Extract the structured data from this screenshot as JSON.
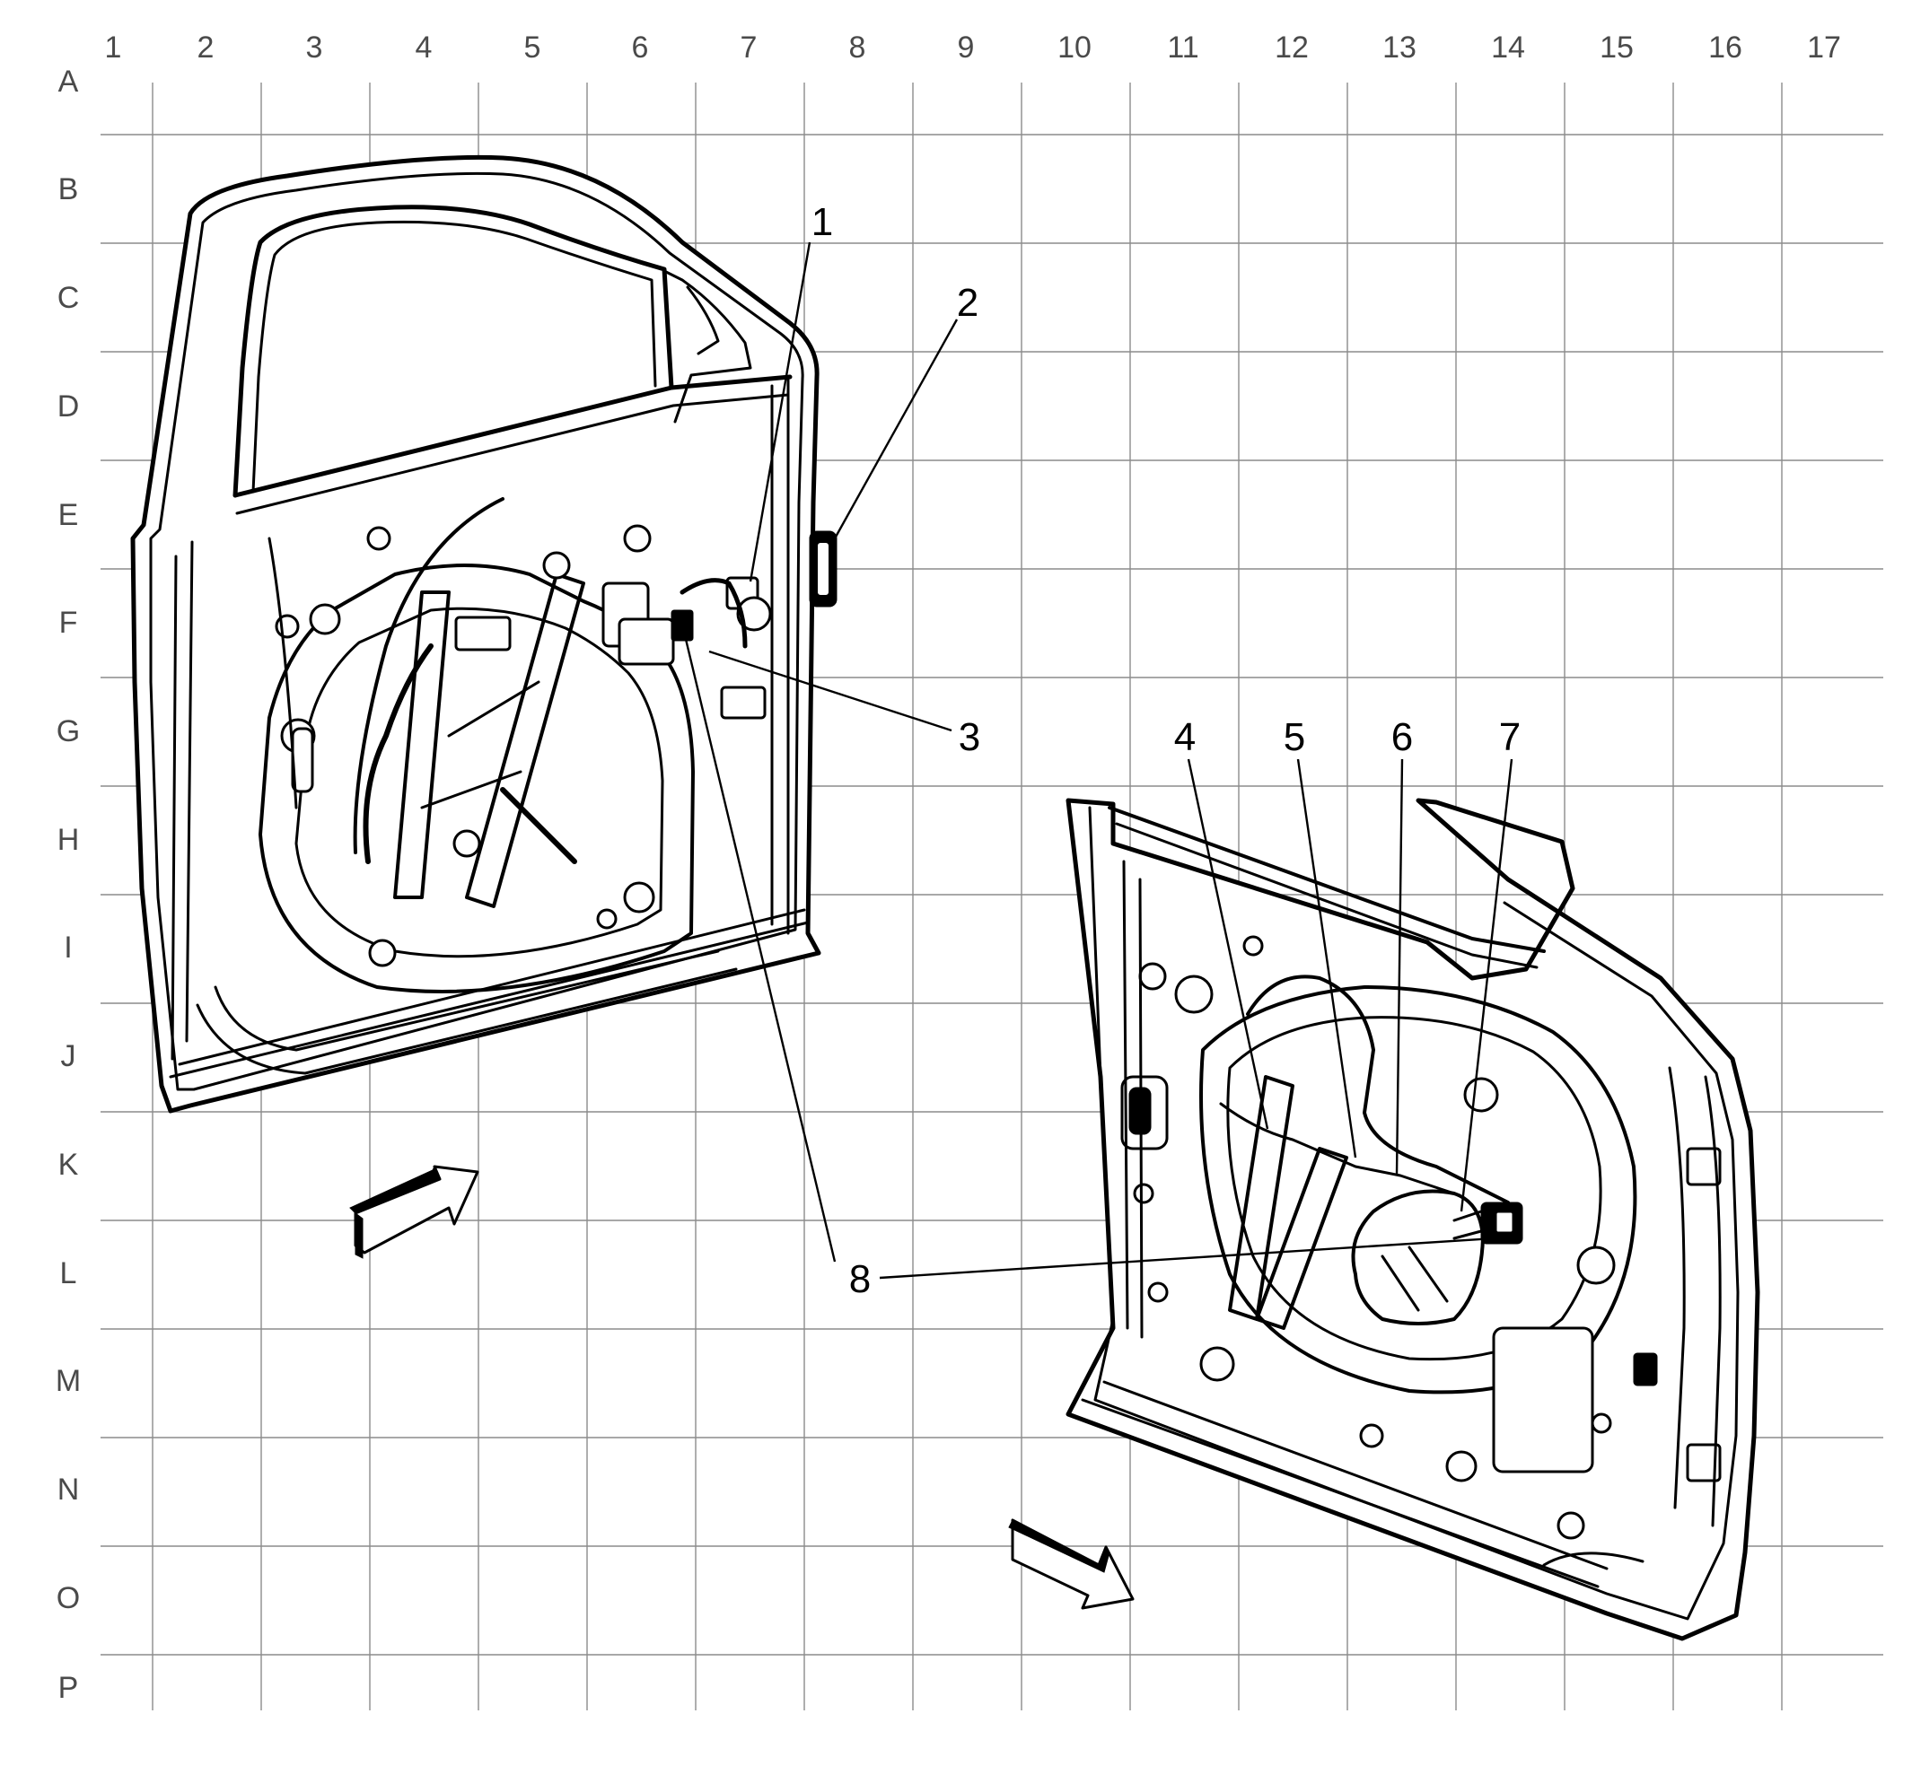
{
  "grid": {
    "columns": [
      "1",
      "2",
      "3",
      "4",
      "5",
      "6",
      "7",
      "8",
      "9",
      "10",
      "11",
      "12",
      "13",
      "14",
      "15",
      "16",
      "17"
    ],
    "rows": [
      "A",
      "B",
      "C",
      "D",
      "E",
      "F",
      "G",
      "H",
      "I",
      "J",
      "K",
      "L",
      "M",
      "N",
      "O",
      "P"
    ]
  },
  "callouts": [
    {
      "id": "1",
      "label": "1"
    },
    {
      "id": "2",
      "label": "2"
    },
    {
      "id": "3",
      "label": "3"
    },
    {
      "id": "4",
      "label": "4"
    },
    {
      "id": "5",
      "label": "5"
    },
    {
      "id": "6",
      "label": "6"
    },
    {
      "id": "7",
      "label": "7"
    },
    {
      "id": "8",
      "label": "8"
    }
  ],
  "colors": {
    "grid": "#8c8c8c",
    "labels": "#4a4a4a",
    "ink": "#000000",
    "background": "#ffffff"
  },
  "views": [
    {
      "id": "left-door-exterior-view",
      "icon": "view-direction-arrow-icon"
    },
    {
      "id": "right-door-interior-view",
      "icon": "view-direction-arrow-icon"
    }
  ]
}
